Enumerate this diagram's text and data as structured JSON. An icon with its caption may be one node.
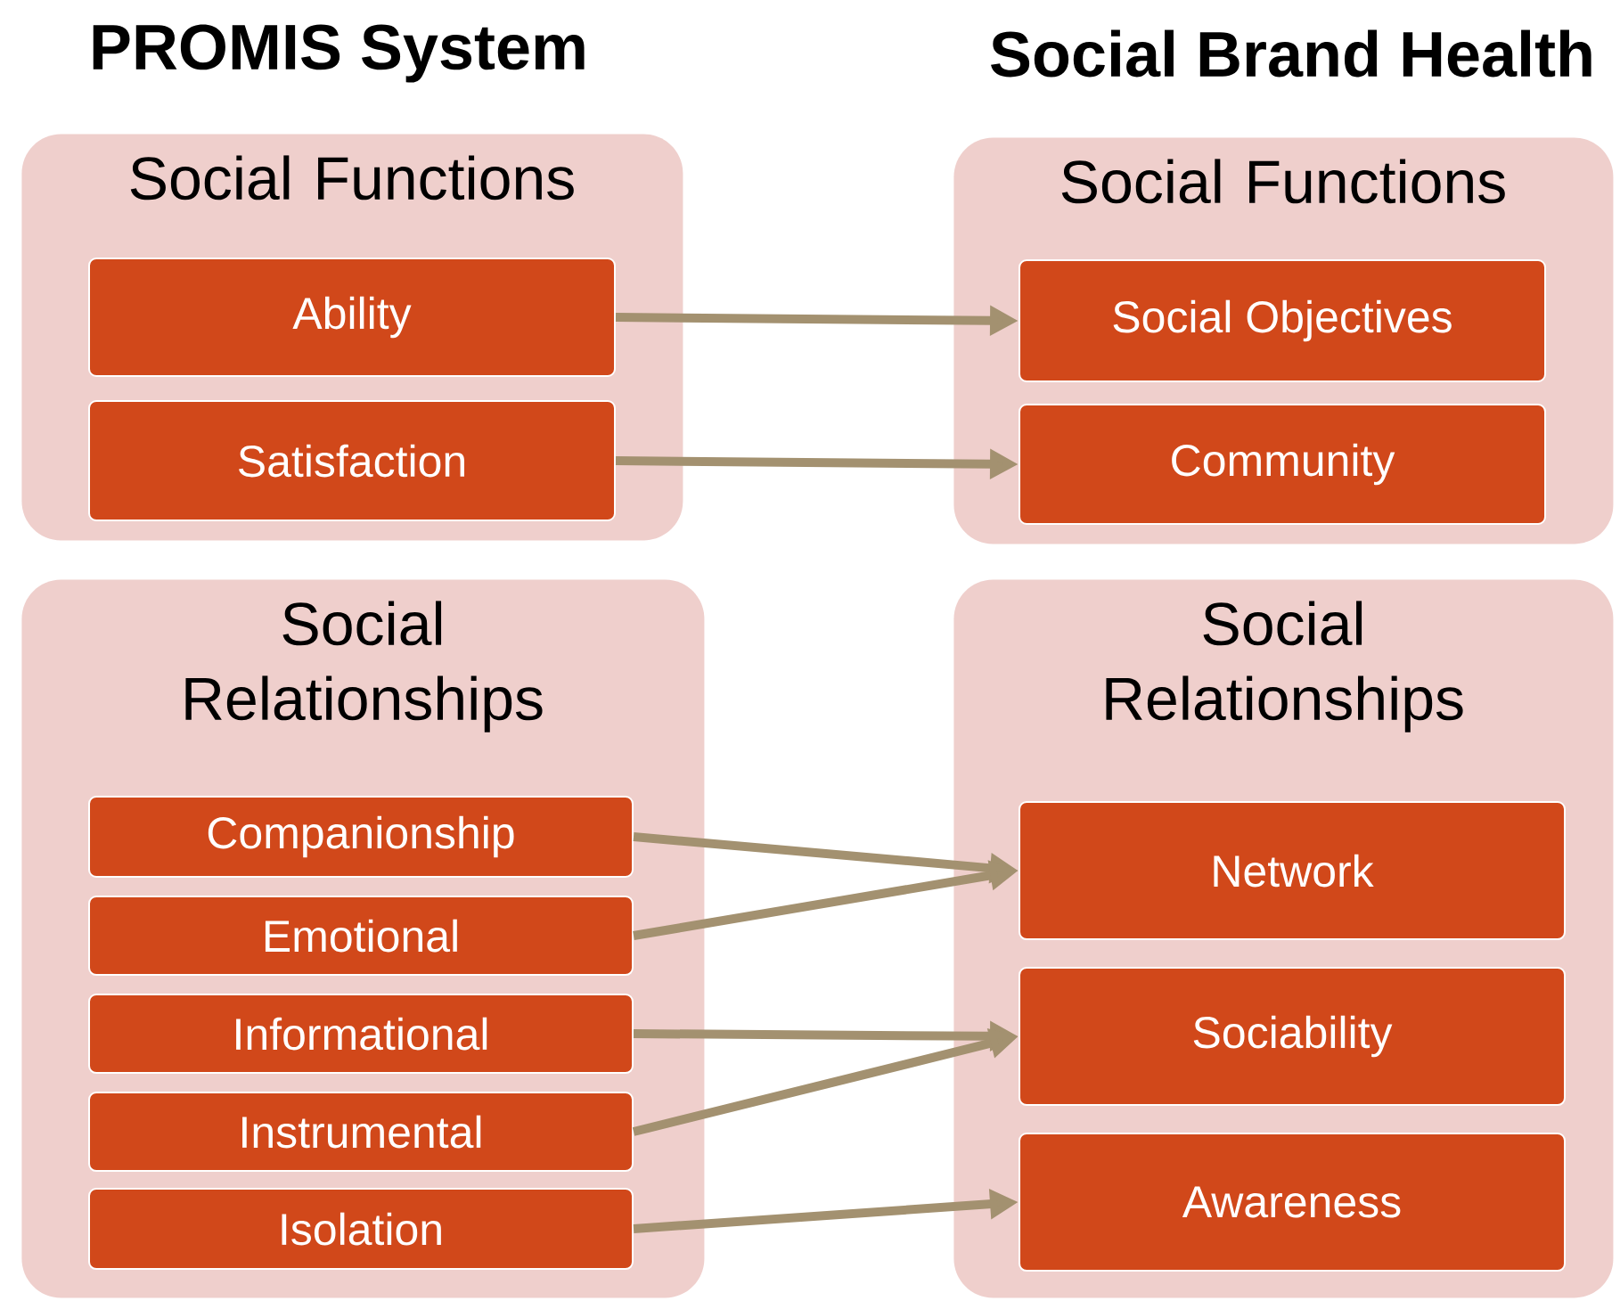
{
  "diagram": {
    "nodes": [
      {
        "text": [
          "Social Functions"
        ]
      },
      {
        "text": [
          "Ability"
        ],
        "in": 0
      },
      {
        "text": [
          "Satisfaction"
        ],
        "in": 0
      },
      {
        "text": [
          "Social Functions"
        ]
      },
      {
        "text": [
          "Social Objectives"
        ],
        "in": 3
      },
      {
        "text": [
          "Community"
        ],
        "in": 3
      },
      {
        "text": [
          "Social Relationships"
        ]
      },
      {
        "text": [
          "Companionship"
        ],
        "in": 6
      },
      {
        "text": [
          "Emotional"
        ],
        "in": 6
      },
      {
        "text": [
          "Informational"
        ],
        "in": 6
      },
      {
        "text": [
          "Instrumental"
        ],
        "in": 6
      },
      {
        "text": [
          "Isolation"
        ],
        "in": 6
      },
      {
        "text": [
          "Social Relationships"
        ]
      },
      {
        "text": [
          "Network"
        ],
        "in": 12
      },
      {
        "text": [
          "Sociability"
        ],
        "in": 12
      },
      {
        "text": [
          "Awareness"
        ],
        "in": 12
      }
    ],
    "edges": [
      {
        "from": 1,
        "to": 4,
        "arrow": "to"
      },
      {
        "from": 2,
        "to": 5,
        "arrow": "to"
      },
      {
        "from": 7,
        "to": 13,
        "arrow": "to"
      },
      {
        "from": 8,
        "to": 13,
        "arrow": "to"
      },
      {
        "from": 9,
        "to": 14,
        "arrow": "to"
      },
      {
        "from": 10,
        "to": 14,
        "arrow": "to"
      },
      {
        "from": 11,
        "to": 15,
        "arrow": "to"
      }
    ],
    "labels": [
      "PROMIS System",
      "Social Brand Health"
    ]
  }
}
